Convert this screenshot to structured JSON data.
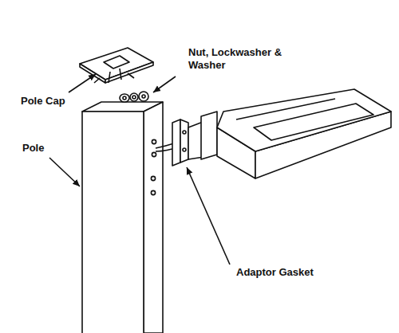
{
  "diagram": {
    "labels": [
      "Pole Cap",
      "Nut, Lockwasher & Washer",
      "Pole",
      "Adaptor Gasket"
    ]
  }
}
